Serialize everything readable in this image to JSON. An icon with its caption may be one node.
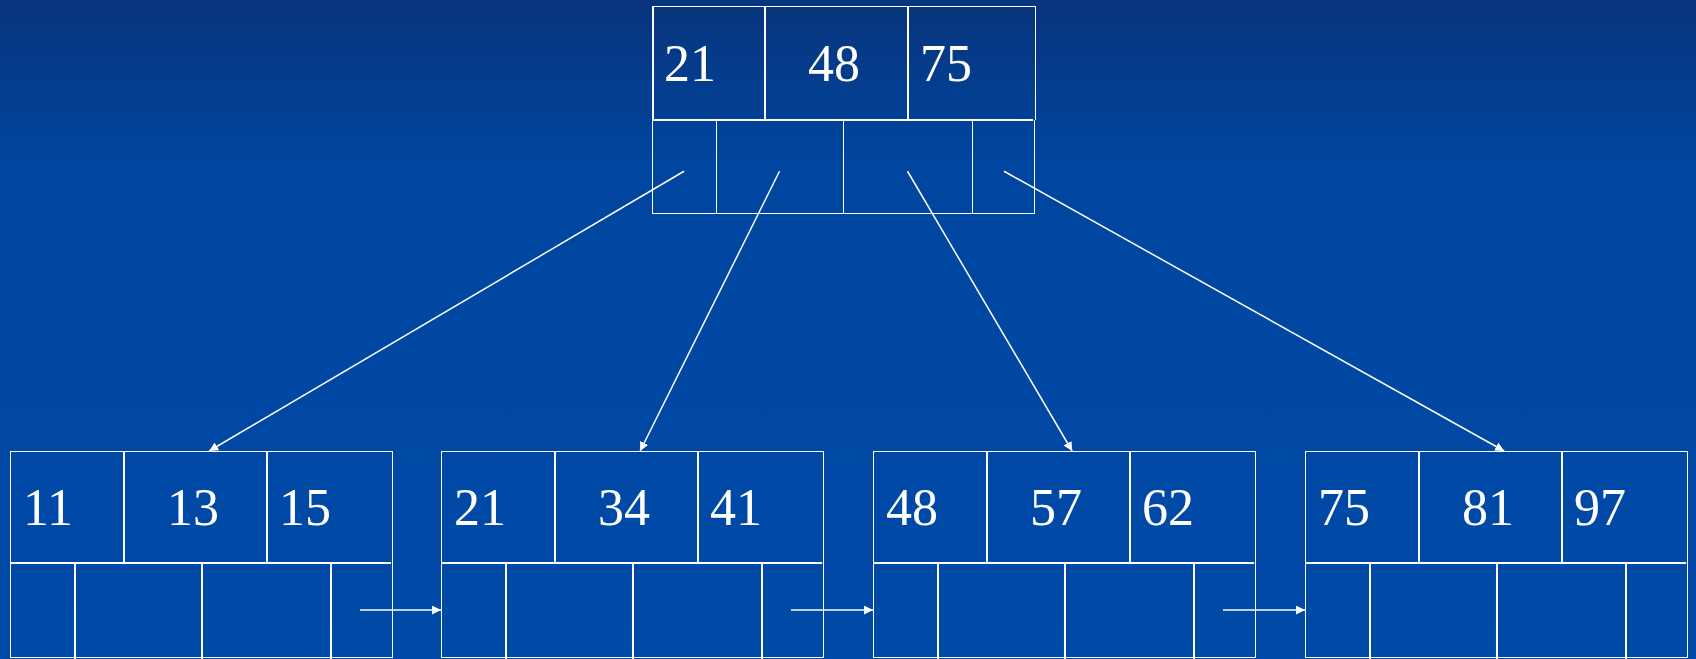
{
  "diagram": {
    "nodes": [
      {
        "text": [
          "21",
          "48",
          "75"
        ]
      },
      {
        "text": [],
        "shape": "box",
        "in": 0
      },
      {
        "text": [],
        "shape": "box",
        "in": 0
      },
      {
        "text": [],
        "shape": "box",
        "in": 0
      },
      {
        "text": [],
        "shape": "box",
        "in": 0
      },
      {
        "text": [
          "11",
          "13",
          "15"
        ]
      },
      {
        "text": [
          "21",
          "34",
          "41"
        ]
      },
      {
        "text": [
          "48",
          "57",
          "62"
        ]
      },
      {
        "text": [
          "75",
          "81",
          "97"
        ]
      }
    ],
    "edges": [
      {
        "from": 1,
        "to": 5,
        "arrow": "to"
      },
      {
        "from": 2,
        "to": 6,
        "arrow": "to"
      },
      {
        "from": 3,
        "to": 7,
        "arrow": "to"
      },
      {
        "from": 4,
        "to": 8,
        "arrow": "to"
      },
      {
        "from": 5,
        "to": 6,
        "arrow": "to"
      },
      {
        "from": 6,
        "to": 7,
        "arrow": "to"
      },
      {
        "from": 7,
        "to": 8,
        "arrow": "to"
      }
    ]
  }
}
